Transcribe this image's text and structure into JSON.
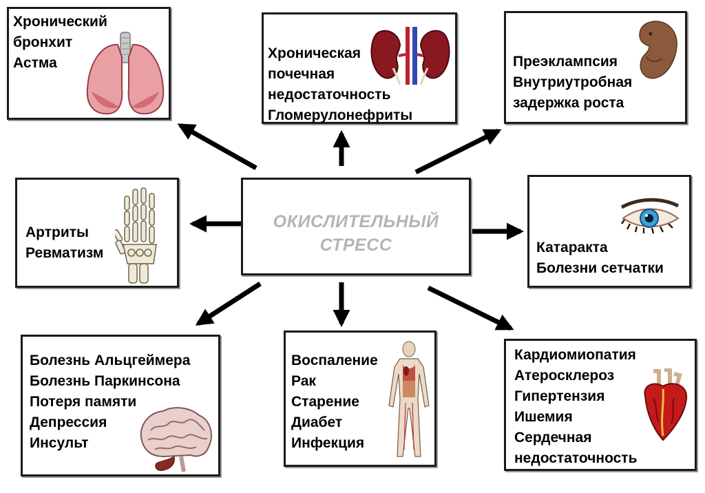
{
  "center": {
    "lines": [
      "ОКИСЛИТЕЛЬНЫЙ",
      "СТРЕСС"
    ]
  },
  "boxes": {
    "lungs": [
      "Хронический",
      "бронхит",
      "Астма"
    ],
    "kidneys": [
      "Хроническая",
      "почечная",
      "недостаточность",
      "Гломерулонефриты"
    ],
    "fetus": [
      "Преэклампсия",
      "Внутриутробная",
      "задержка роста"
    ],
    "joints": [
      "Артриты",
      "Ревматизм"
    ],
    "eye": [
      "Катаракта",
      "Болезни сетчатки"
    ],
    "brain": [
      "Болезнь Альцгеймера",
      "Болезнь Паркинсона",
      "Потеря памяти",
      "Депрессия",
      "Инсульт"
    ],
    "body": [
      "Воспаление",
      "Рак",
      "Старение",
      "Диабет",
      "Инфекция"
    ],
    "heart": [
      "Кардиомиопатия",
      "Атеросклероз",
      "Гипертензия",
      "Ишемия",
      "Сердечная",
      "недостаточность"
    ]
  },
  "icons": [
    "lungs-icon",
    "kidneys-icon",
    "fetus-icon",
    "hand-skeleton-icon",
    "eye-icon",
    "brain-icon",
    "human-body-icon",
    "heart-icon"
  ],
  "colors": {
    "center_text": "#b4b4b4",
    "border": "#1a1a1a",
    "arrow": "#000000"
  }
}
